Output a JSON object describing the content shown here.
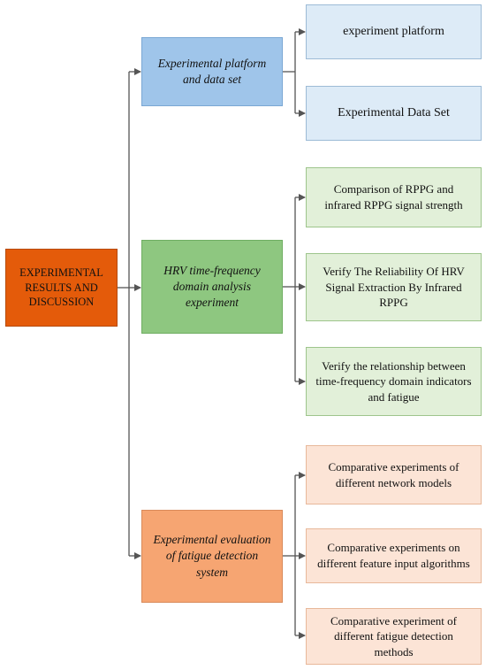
{
  "root": {
    "label": "EXPERIMENTAL RESULTS AND DISCUSSION"
  },
  "categories": [
    {
      "label": "Experimental platform and data set",
      "items": [
        "experiment platform",
        "Experimental Data Set"
      ]
    },
    {
      "label": "HRV time-frequency domain analysis experiment",
      "items": [
        "Comparison of RPPG and infrared RPPG signal strength",
        "Verify The Reliability Of HRV Signal Extraction By Infrared RPPG",
        "Verify the relationship between time-frequency domain indicators and fatigue"
      ]
    },
    {
      "label": "Experimental evaluation of fatigue detection system",
      "items": [
        "Comparative experiments of different network models",
        "Comparative experiments on different feature input algorithms",
        "Comparative experiment of different fatigue detection methods"
      ]
    }
  ],
  "colors": {
    "root": "#e45b0a",
    "category_1": "#9fc5ea",
    "category_2": "#8ec780",
    "category_3": "#f6a572",
    "connector": "#555555"
  }
}
